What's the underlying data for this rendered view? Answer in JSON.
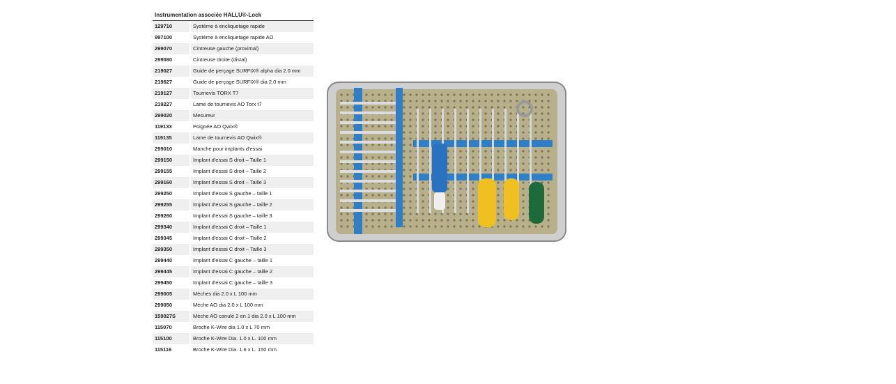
{
  "table": {
    "title": "Instrumentation associée HALLU®-Lock",
    "rows": [
      {
        "code": "129710",
        "desc": "Système à encliquetage rapide"
      },
      {
        "code": "997100",
        "desc": "Système à encliquetage rapide AO"
      },
      {
        "code": "299070",
        "desc": "Cintreuse gauche (proximal)"
      },
      {
        "code": "299080",
        "desc": "Cintreuse droite (distal)"
      },
      {
        "code": "219027",
        "desc": "Guide de perçage SURFIX® alpha dia 2.0 mm"
      },
      {
        "code": "219627",
        "desc": "Guide de perçage SURFIX® dia 2.0 mm"
      },
      {
        "code": "219127",
        "desc": "Tournevis TORX T7"
      },
      {
        "code": "219227",
        "desc": "Lame de tournevis AO Torx t7"
      },
      {
        "code": "299020",
        "desc": "Mesureur"
      },
      {
        "code": "119133",
        "desc": "Poignée AO Qwix®"
      },
      {
        "code": "119135",
        "desc": "Lame de tournevis AO Qwix®"
      },
      {
        "code": "299010",
        "desc": "Manche pour implants d'essai"
      },
      {
        "code": "299150",
        "desc": "Implant d'essai S droit – Taille 1"
      },
      {
        "code": "299155",
        "desc": "Implant d'essai S droit – Taille 2"
      },
      {
        "code": "299160",
        "desc": "Implant d'essai S droit – Taille 3"
      },
      {
        "code": "299250",
        "desc": "Implant d'essai S gauche – taille 1"
      },
      {
        "code": "299255",
        "desc": "Implant d'essai S gauche – taille 2"
      },
      {
        "code": "299260",
        "desc": "Implant d'essai S gauche – taille 3"
      },
      {
        "code": "299340",
        "desc": "Implant d'essai C droit – Taille  1"
      },
      {
        "code": "299345",
        "desc": "Implant d'essai C droit – Taille  2"
      },
      {
        "code": "299350",
        "desc": "Implant d'essai C droit – Taille  3"
      },
      {
        "code": "299440",
        "desc": "Implant d'essai C gauche – taille  1"
      },
      {
        "code": "299445",
        "desc": "Implant d'essai C gauche – taille  2"
      },
      {
        "code": "299450",
        "desc": "Implant d'essai C gauche – taille  3"
      },
      {
        "code": "299005",
        "desc": "Mèches dia 2.0 x L 100 mm"
      },
      {
        "code": "299050",
        "desc": "Mèche AO dia 2.0 x L 100 mm"
      },
      {
        "code": "159027S",
        "desc": "Mèche AO canulé 2 en 1 dia 2.0 x L 100 mm"
      },
      {
        "code": "115070",
        "desc": "Broche K-Wire  dia 1.0 x L 70 mm"
      },
      {
        "code": "115100",
        "desc": "Broche K-Wire  Dia. 1.0 x L. 100 mm"
      },
      {
        "code": "115116",
        "desc": "Broche K-Wire  Dia. 1.6 x L. 150 mm"
      }
    ]
  },
  "colors": {
    "rack_blue": "#2f7fc8",
    "handle_yellow": "#f0c020",
    "handle_green": "#1e6a3a",
    "tray": "#b8b08a"
  }
}
